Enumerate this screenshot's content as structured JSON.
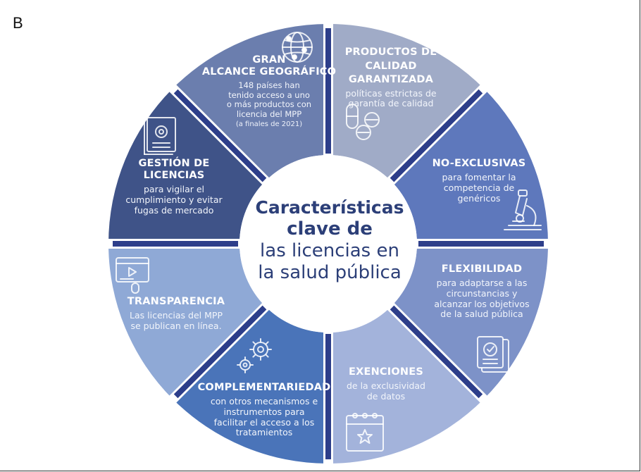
{
  "panel_label": "B",
  "center": {
    "line1": "Características",
    "line2": "clave de",
    "line3": "las licencias en",
    "line4": "la salud pública"
  },
  "segments": {
    "alcance": {
      "title1": "GRAN",
      "title2": "ALCANCE GEOGRÁFICO",
      "desc": "148 países han tenido acceso a uno o más productos con licencia del MPP",
      "note": "(a finales de 2021)",
      "icon": "globe-icon",
      "color": "#6b7eae"
    },
    "calidad": {
      "title": "PRODUCTOS DE CALIDAD GARANTIZADA",
      "desc": "políticas estrictas de garantía de calidad",
      "icon": "pills-icon",
      "color": "#a0abc7"
    },
    "exclusivas": {
      "title": "NO-EXCLUSIVAS",
      "desc": "para fomentar la competencia de genéricos",
      "icon": "microscope-icon",
      "color": "#5e78bc"
    },
    "flexibilidad": {
      "title": "FLEXIBILIDAD",
      "desc": "para adaptarse a las circunstancias y alcanzar los objetivos de la salud pública",
      "icon": "document-check-icon",
      "color": "#7d92c8"
    },
    "exenciones": {
      "title": "EXENCIONES",
      "desc": "de la exclusividad de datos",
      "icon": "calendar-star-icon",
      "color": "#a3b3db"
    },
    "complementariedad": {
      "title": "COMPLEMENTARIEDAD",
      "desc": "con otros mecanismos e instrumentos para facilitar el acceso a los tratamientos",
      "icon": "gears-icon",
      "color": "#4a74b9"
    },
    "transparencia": {
      "title": "TRANSPARENCIA",
      "desc": "Las licencias del MPP se publican en línea.",
      "icon": "web-video-icon",
      "color": "#8fa9d6"
    },
    "gestion": {
      "title": "GESTIÓN DE LICENCIAS",
      "desc": "para vigilar el cumplimiento y evitar fugas de mercado",
      "icon": "certificate-icon",
      "color": "#3f5388"
    }
  },
  "colors": {
    "separator": "#2d3e8a",
    "center_text": "#2c3f78"
  }
}
